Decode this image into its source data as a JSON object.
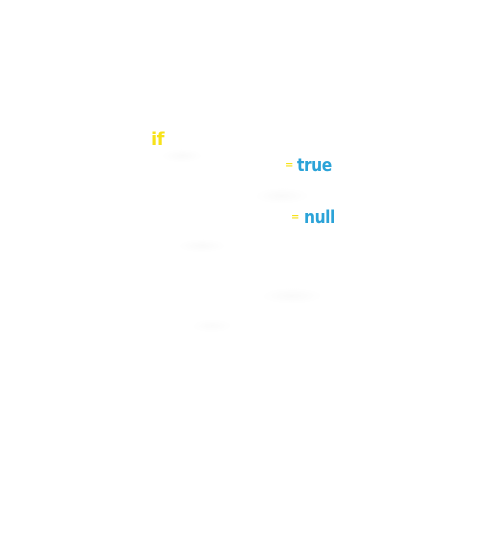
{
  "colors": {
    "background": "#ffffff",
    "keyword": "#f7e21a",
    "operator": "#f7e21a",
    "literal": "#2ba3d8"
  },
  "code": {
    "keyword": "if",
    "line1": {
      "operator": "=",
      "value": "true"
    },
    "line2": {
      "operator": "=",
      "value": "null"
    }
  }
}
